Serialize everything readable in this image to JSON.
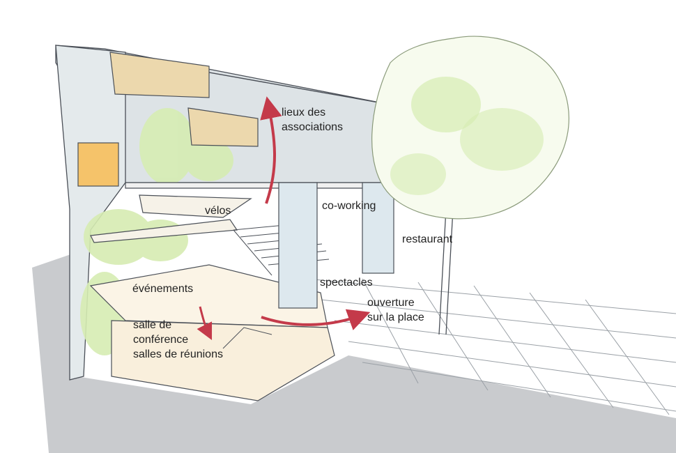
{
  "labels": {
    "lieux": [
      "lieux des",
      "associations"
    ],
    "velos": "vélos",
    "coworking": "co-working",
    "restaurant": "restaurant",
    "spectacles": "spectacles",
    "evenements": "événements",
    "ouverture": [
      "ouverture",
      "sur la place"
    ],
    "conference": [
      "salle de",
      "conférence",
      "salles de réunions"
    ]
  },
  "colors": {
    "ground": "#c9cbce",
    "ink": "#4a4f57",
    "glass": "#dde3e6",
    "volume": "#ecd8ad",
    "accent": "#f5c36a",
    "greenery": "#d6ecb2",
    "floor": "#fbf4e6",
    "arrow": "#c43a4a"
  }
}
